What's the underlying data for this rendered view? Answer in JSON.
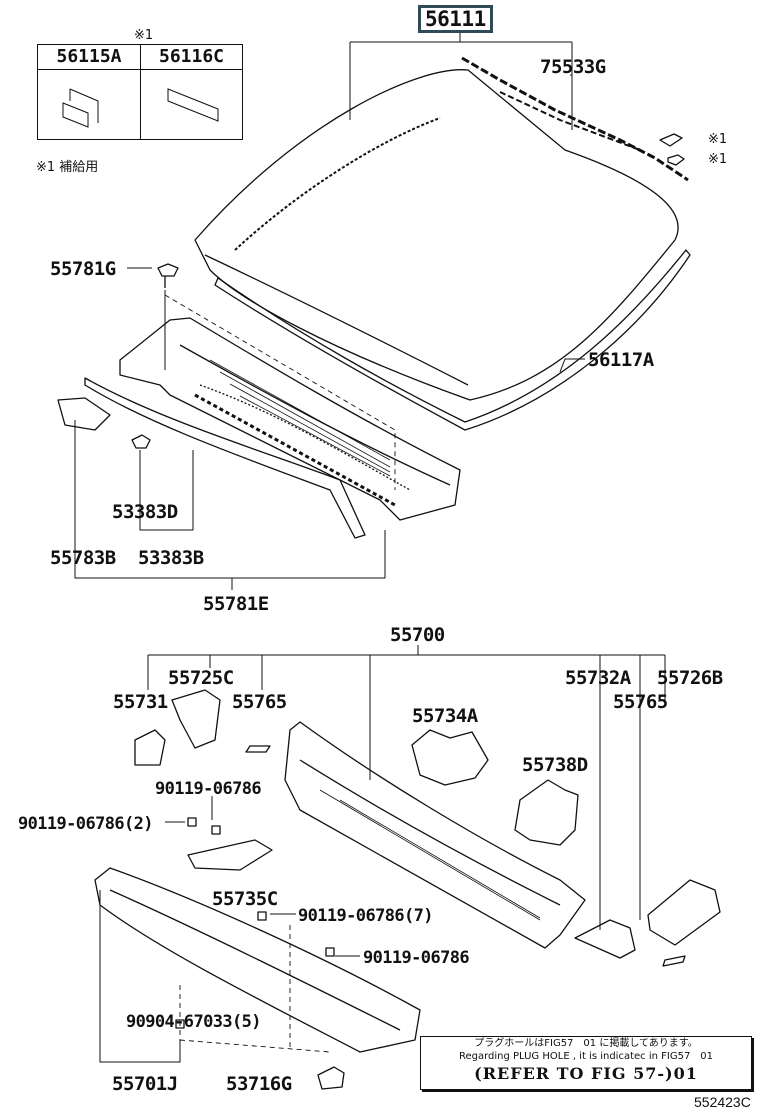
{
  "inset": {
    "marker": "※1",
    "parts": [
      "56115A",
      "56116C"
    ],
    "footnote": "※1 補給用"
  },
  "labels": {
    "windshield": "56111",
    "upper_molding": "75533G",
    "clip_mark_1": "※1",
    "clip_mark_2": "※1",
    "clip_55781G": "55781G",
    "dam_56117A": "56117A",
    "clip_53383D": "53383D",
    "seal_55783B": "55783B",
    "seal_53383B": "53383B",
    "louver_55781E": "55781E",
    "cowl_panel_55700": "55700",
    "brace_55725C": "55725C",
    "brace_55732A": "55732A",
    "brace_55726B": "55726B",
    "brace_55731": "55731",
    "seal_55765_left": "55765",
    "seal_55765_right": "55765",
    "seal_55734A": "55734A",
    "seal_55738D": "55738D",
    "bolt_top": "90119-06786",
    "bolt_2": "90119-06786(2)",
    "brace_55735C": "55735C",
    "bolt_7": "90119-06786(7)",
    "bolt_right": "90119-06786",
    "clip_90904": "90904-67033(5)",
    "panel_55701J": "55701J",
    "bracket_53716G": "53716G"
  },
  "note": {
    "line_jp": "プラグホールはFIG57　01 に掲載してあります。",
    "line_en": "Regarding PLUG HOLE , it is indicatec in FIG57　01",
    "line_ref": "(REFER TO FIG 57-)01"
  },
  "figure_code": "552423C"
}
